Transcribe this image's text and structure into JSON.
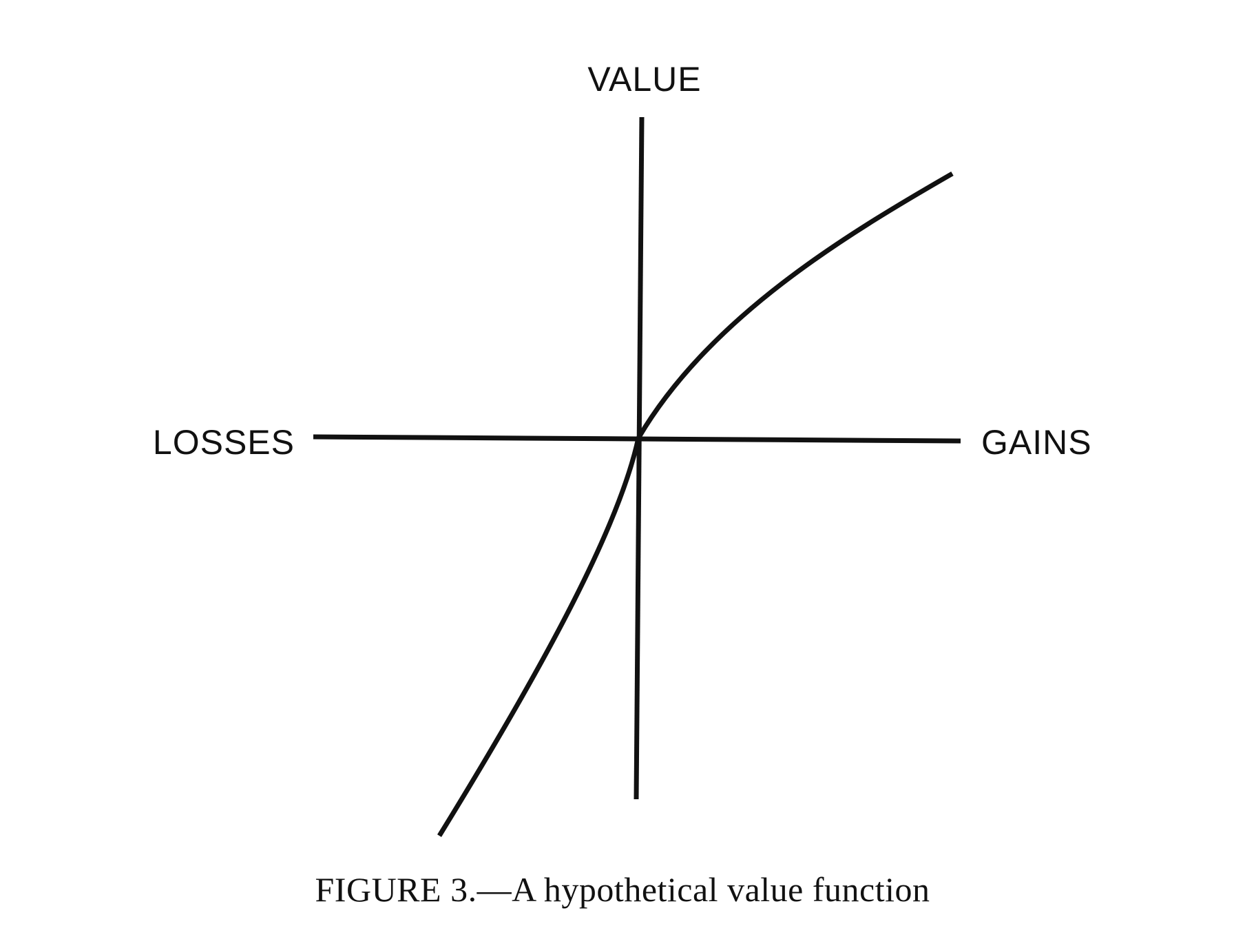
{
  "diagram": {
    "y_axis_label": "VALUE",
    "x_negative_label": "LOSSES",
    "x_positive_label": "GAINS",
    "curve": "value-function",
    "ink_color": "#111111",
    "background_color": "#ffffff"
  },
  "caption": {
    "figure_number": "FIGURE 3.",
    "text": "—A hypothetical value function"
  }
}
